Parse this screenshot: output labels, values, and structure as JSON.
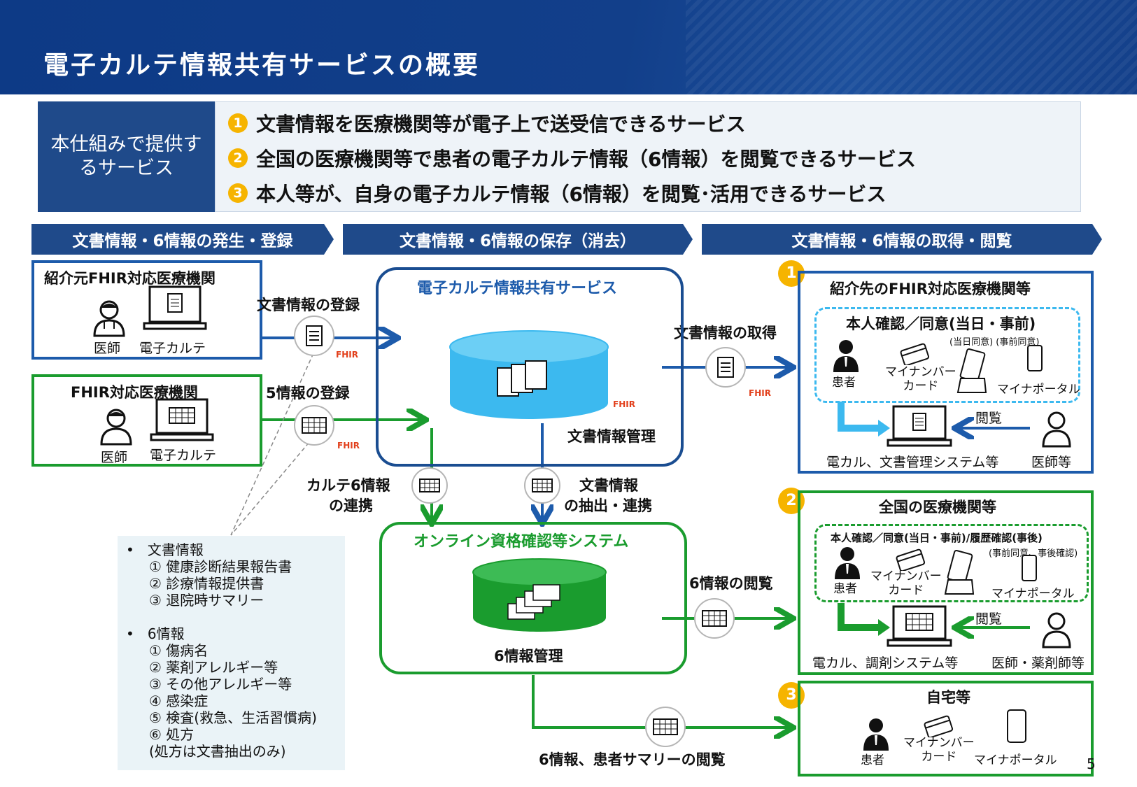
{
  "title": "電子カルテ情報共有サービスの概要",
  "services": {
    "label": "本仕組みで提供するサービス",
    "items": [
      {
        "num": "1",
        "text": "文書情報を医療機関等が電子上で送受信できるサービス"
      },
      {
        "num": "2",
        "text": "全国の医療機関等で患者の電子カルテ情報（6情報）を閲覧できるサービス"
      },
      {
        "num": "3",
        "text": "本人等が、自身の電子カルテ情報（6情報）を閲覧･活用できるサービス"
      }
    ]
  },
  "phases": [
    "文書情報・6情報の発生・登録",
    "文書情報・6情報の保存（消去）",
    "文書情報・6情報の取得・閲覧"
  ],
  "left_top": {
    "title": "紹介元FHIR対応医療機関",
    "doctor": "医師",
    "ehr": "電子カルテ"
  },
  "left_bottom": {
    "title": "FHIR対応医療機関",
    "doctor": "医師",
    "ehr": "電子カルテ"
  },
  "flows": {
    "doc_register": "文書情報の登録",
    "five_register": "5情報の登録",
    "karte6_link_1": "カルテ6情報",
    "karte6_link_2": "の連携",
    "doc_extract_1": "文書情報",
    "doc_extract_2": "の抽出・連携",
    "doc_get": "文書情報の取得",
    "six_view": "6情報の閲覧",
    "six_summary_view": "6情報、患者サマリーの閲覧"
  },
  "fhir_mark": "FHIR",
  "center_top": {
    "title": "電子カルテ情報共有サービス",
    "label": "文書情報管理"
  },
  "center_bottom": {
    "title": "オンライン資格確認等システム",
    "label": "6情報管理"
  },
  "right1": {
    "badge": "1",
    "title": "紹介先のFHIR対応医療機関等",
    "inner_title": "本人確認／同意(当日・事前)",
    "consent_note": "(当日同意) (事前同意)",
    "patient": "患者",
    "card": "マイナンバー\nカード",
    "portal": "マイナポータル",
    "view": "閲覧",
    "system": "電カル、文書管理システム等",
    "doctor": "医師等"
  },
  "right2": {
    "badge": "2",
    "title": "全国の医療機関等",
    "inner_title": "本人確認／同意(当日・事前)/履歴確認(事後)",
    "consent_note": "(事前同意、事後確認)",
    "patient": "患者",
    "card": "マイナンバー\nカード",
    "portal": "マイナポータル",
    "view": "閲覧",
    "system": "電カル、調剤システム等",
    "doctor": "医師・薬剤師等"
  },
  "right3": {
    "badge": "3",
    "title": "自宅等",
    "patient": "患者",
    "card": "マイナンバー\nカード",
    "portal": "マイナポータル"
  },
  "info_list": {
    "doc_header": "文書情報",
    "doc_items": [
      "① 健康診断結果報告書",
      "② 診療情報提供書",
      "③ 退院時サマリー"
    ],
    "six_header": "6情報",
    "six_items": [
      "① 傷病名",
      "② 薬剤アレルギー等",
      "③ その他アレルギー等",
      "④ 感染症",
      "⑤ 検査(救急、生活習慣病)",
      "⑥ 処方",
      "(処方は文書抽出のみ)"
    ]
  },
  "page_number": "5",
  "colors": {
    "navy": "#1f4a8a",
    "blue": "#1d5bab",
    "green": "#1a9c2e",
    "cyan": "#3cb9ef",
    "orange": "#f6b400"
  }
}
